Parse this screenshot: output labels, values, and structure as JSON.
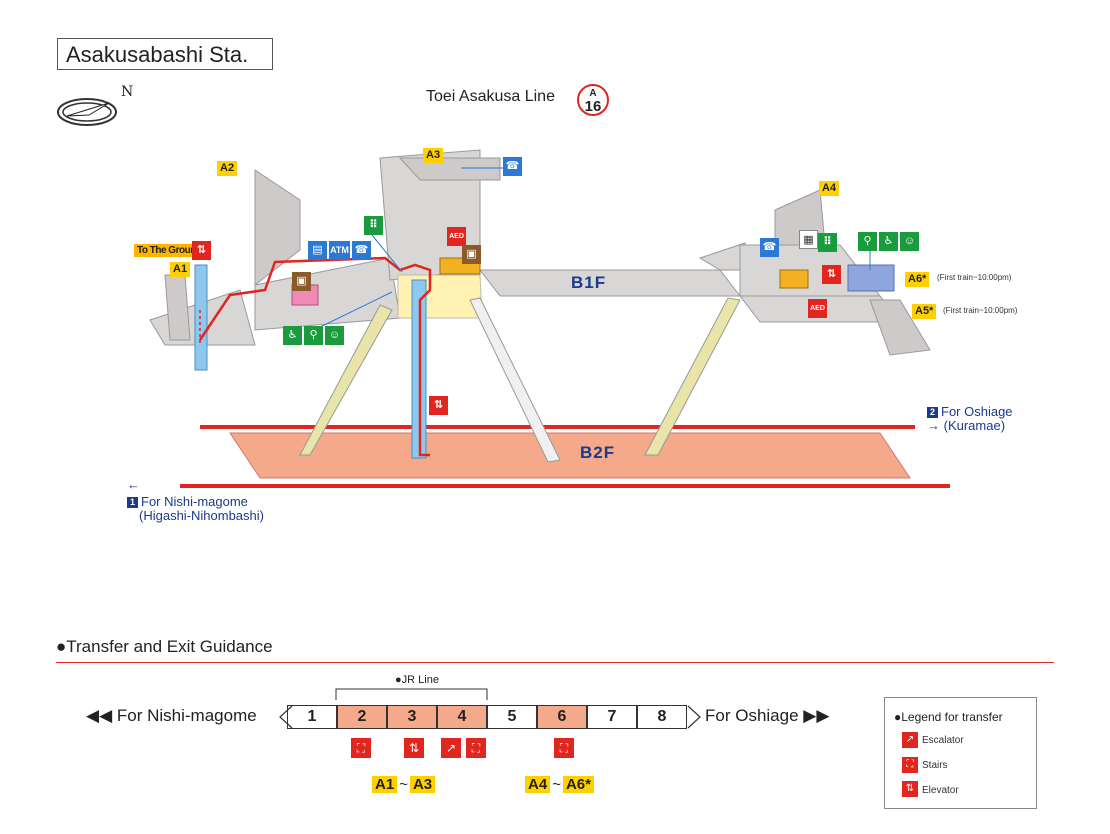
{
  "station": {
    "title": "Asakusabashi Sta."
  },
  "compass": {
    "north_label": "N"
  },
  "line": {
    "name": "Toei Asakusa Line",
    "badge_letter": "A",
    "badge_number": "16"
  },
  "exits": {
    "a1": "A1",
    "a2": "A2",
    "a3": "A3",
    "a4": "A4",
    "a5": "A5*",
    "a6": "A6*"
  },
  "exit_notes": {
    "a5": "(First train~10:00pm)",
    "a6": "(First train~10:00pm)"
  },
  "to_ground": "To The Ground",
  "floors": {
    "b1": "B1F",
    "b2": "B2F"
  },
  "directions": {
    "oshiage_num": "2",
    "oshiage": "For Oshiage",
    "oshiage_sub": "→ (Kuramae)",
    "nishimagome_num": "1",
    "nishimagome": "For Nishi-magome",
    "nishimagome_sub": "(Higashi-Nihombashi)",
    "arrow_left": "←"
  },
  "icons": {
    "atm": "ATM",
    "aed": "AED",
    "phone": "☎",
    "elevator": "⇅",
    "stairs": "⛶"
  },
  "guidance": {
    "title": "●Transfer and Exit Guidance",
    "jr_line": "●JR Line",
    "left_label": "◀◀ For Nishi-magome",
    "right_label": "For Oshiage ▶▶",
    "cars": [
      "1",
      "2",
      "3",
      "4",
      "5",
      "6",
      "7",
      "8"
    ],
    "highlighted_cars": [
      2,
      3,
      4,
      6
    ],
    "exit_group_1": {
      "from": "A1",
      "tilde": "~",
      "to": "A3"
    },
    "exit_group_2": {
      "from": "A4",
      "tilde": "~",
      "to": "A6*"
    }
  },
  "legend": {
    "title": "●Legend for transfer",
    "escalator": "Escalator",
    "stairs": "Stairs",
    "elevator": "Elevator"
  },
  "colors": {
    "accent_red": "#e0261e",
    "exit_yellow": "#ffd000",
    "platform_salmon": "#f4a98a",
    "concourse_grey": "#d9d6d6",
    "navy": "#1a3a8a"
  }
}
